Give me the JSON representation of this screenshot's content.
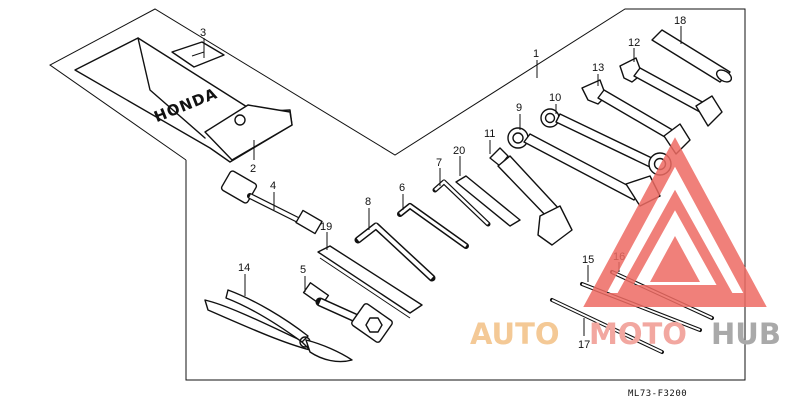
{
  "diagram": {
    "drawing_code": "ML73-F3200",
    "brand_on_pouch": "HONDA",
    "callouts": [
      {
        "id": "1",
        "label": "1"
      },
      {
        "id": "2",
        "label": "2"
      },
      {
        "id": "3",
        "label": "3"
      },
      {
        "id": "4",
        "label": "4"
      },
      {
        "id": "5",
        "label": "5"
      },
      {
        "id": "6",
        "label": "6"
      },
      {
        "id": "7",
        "label": "7"
      },
      {
        "id": "8",
        "label": "8"
      },
      {
        "id": "9",
        "label": "9"
      },
      {
        "id": "10",
        "label": "10"
      },
      {
        "id": "11",
        "label": "11"
      },
      {
        "id": "12",
        "label": "12"
      },
      {
        "id": "13",
        "label": "13"
      },
      {
        "id": "14",
        "label": "14"
      },
      {
        "id": "15",
        "label": "15"
      },
      {
        "id": "16",
        "label": "16"
      },
      {
        "id": "17",
        "label": "17"
      },
      {
        "id": "18",
        "label": "18"
      },
      {
        "id": "19",
        "label": "19"
      },
      {
        "id": "20",
        "label": "20"
      }
    ]
  },
  "watermark": {
    "part1": "AUTO",
    "part2": "MOTO",
    "part3": "HUB",
    "colors": {
      "auto": "#f4c996",
      "moto": "#f2a7a0",
      "hub": "#a9a9a9",
      "triangle": "#ee6b63"
    }
  }
}
